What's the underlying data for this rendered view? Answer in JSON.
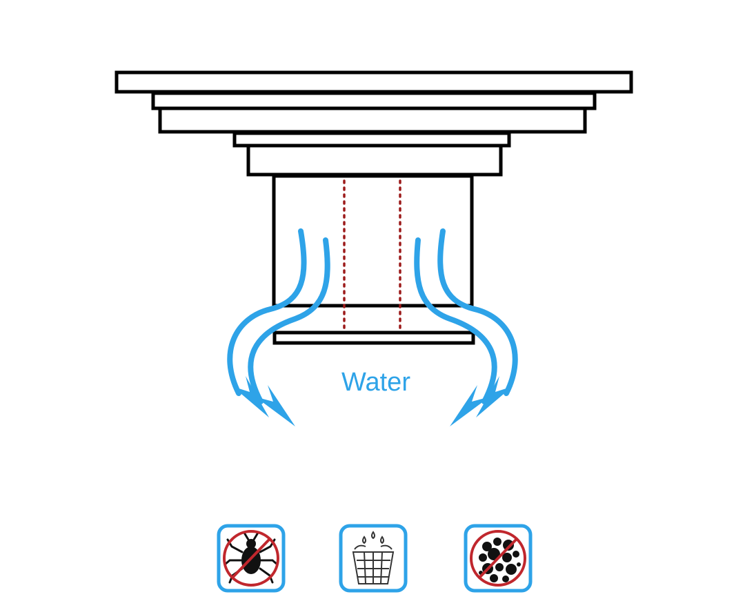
{
  "diagram": {
    "flow_label": "Water",
    "colors": {
      "water": "#2ea3e8",
      "outline": "#000000",
      "filter_dots": "#9c1a1a",
      "prohibit": "#c0272d"
    },
    "features": [
      {
        "name": "no-insects",
        "icon": "bug-prohibited-icon"
      },
      {
        "name": "filter-drain",
        "icon": "drain-filter-icon"
      },
      {
        "name": "no-odor-bacteria",
        "icon": "bacteria-prohibited-icon"
      }
    ]
  }
}
